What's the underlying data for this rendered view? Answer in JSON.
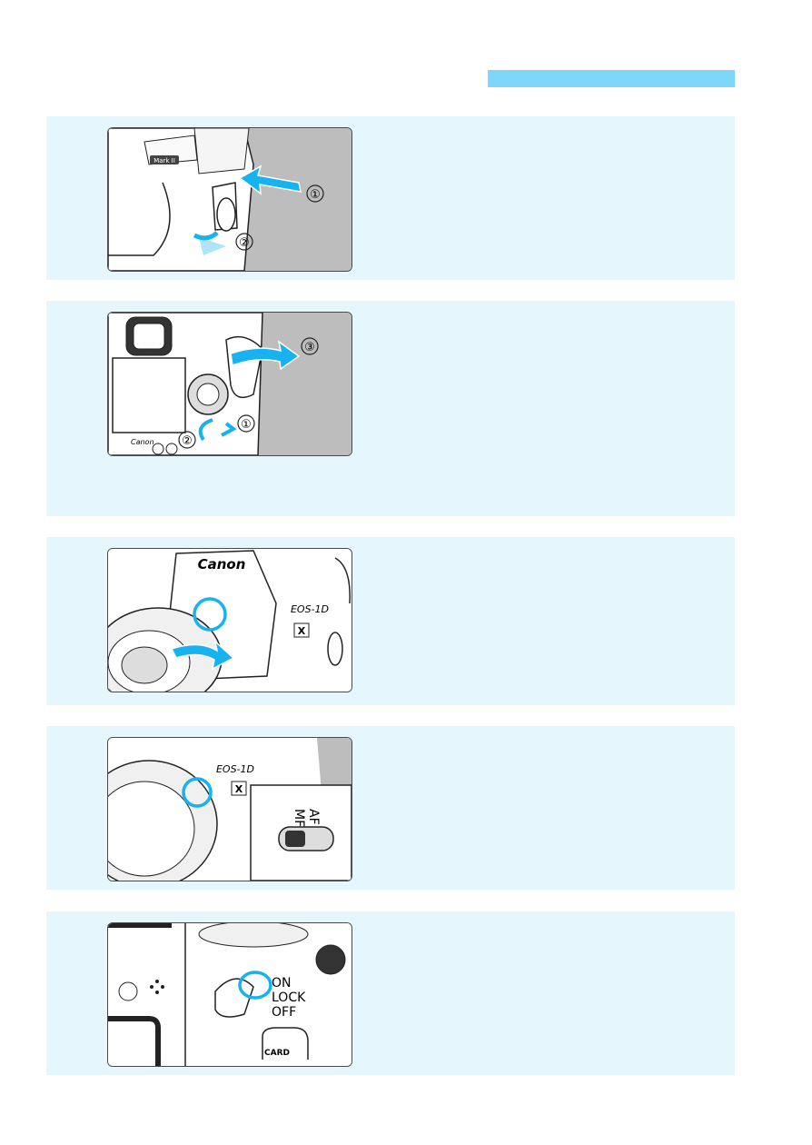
{
  "header": {
    "accent_color": "#7fd6fb",
    "panel_color": "#e6f6fd"
  },
  "step1": {
    "callouts": [
      "①",
      "②"
    ],
    "body_mark": "Mark II"
  },
  "step2": {
    "callouts": [
      "③",
      "①",
      "②"
    ],
    "brand": "Canon"
  },
  "step3": {
    "brand": "Canon",
    "model": "EOS-1D",
    "model_sub": "X"
  },
  "step4": {
    "model": "EOS-1D",
    "model_sub": "X",
    "switch_af": "AF",
    "switch_mf": "MF"
  },
  "step5": {
    "switch_on": "ON",
    "switch_lock": "LOCK",
    "switch_off": "OFF",
    "card": "CARD"
  }
}
